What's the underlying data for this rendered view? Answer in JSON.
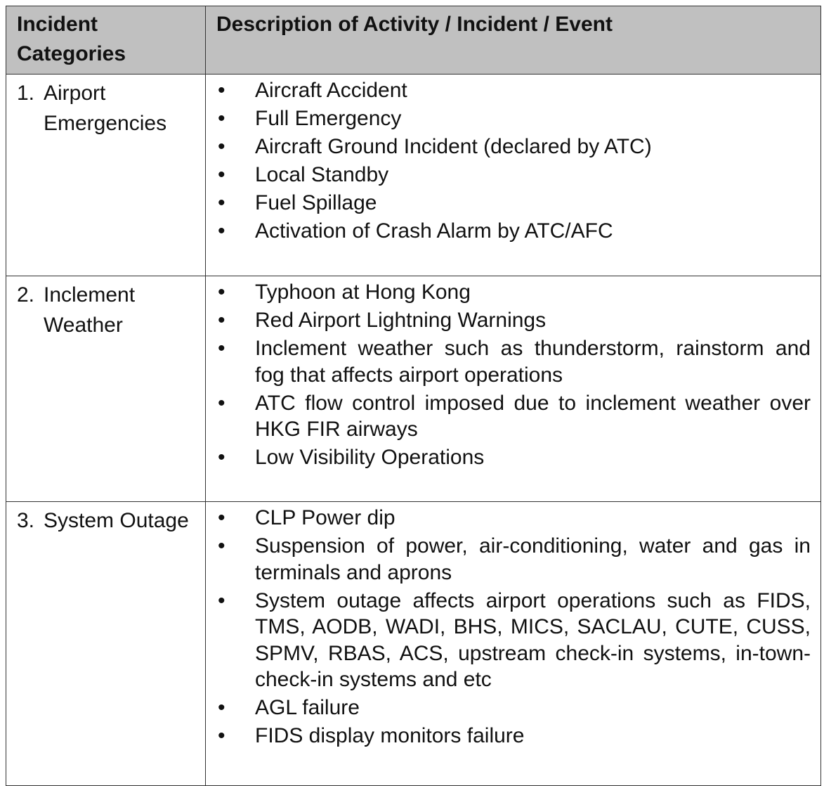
{
  "table": {
    "header": {
      "col1": "Incident Categories",
      "col2": "Description of Activity / Incident / Event"
    },
    "rows": [
      {
        "number": "1.",
        "category": "Airport Emergencies",
        "items": [
          "Aircraft Accident",
          "Full Emergency",
          "Aircraft Ground Incident (declared by ATC)",
          "Local Standby",
          "Fuel Spillage",
          "Activation of Crash Alarm by ATC/AFC"
        ]
      },
      {
        "number": "2.",
        "category": "Inclement Weather",
        "items": [
          "Typhoon at Hong Kong",
          "Red Airport Lightning Warnings",
          "Inclement weather such as thunderstorm, rainstorm and fog that affects airport operations",
          "ATC flow control imposed due to inclement weather over HKG FIR airways",
          "Low Visibility Operations"
        ]
      },
      {
        "number": "3.",
        "category": "System Outage",
        "items": [
          "CLP Power dip",
          "Suspension of power, air-conditioning, water and gas in terminals and aprons",
          "System outage affects airport operations such as FIDS, TMS, AODB, WADI, BHS, MICS, SACLAU, CUTE, CUSS, SPMV, RBAS, ACS, upstream check-in systems, in-town-check-in systems and etc",
          "AGL failure",
          "FIDS display monitors failure"
        ]
      }
    ],
    "bullet_glyph": "•"
  }
}
